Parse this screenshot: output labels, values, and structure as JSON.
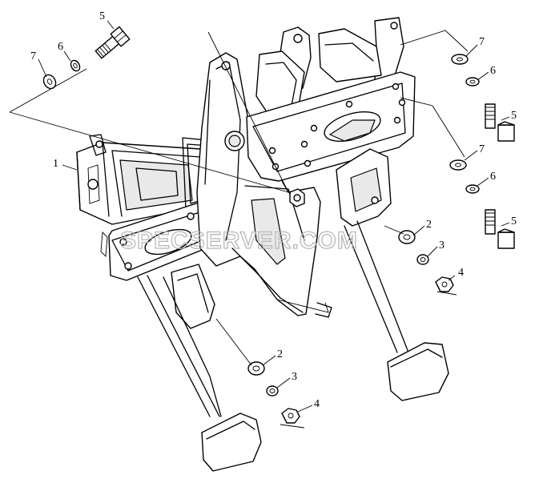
{
  "watermark": "SPECSERVER.COM",
  "callouts": {
    "c1": "1",
    "c2a": "2",
    "c2b": "2",
    "c3a": "3",
    "c3b": "3",
    "c4a": "4",
    "c4b": "4",
    "c5a": "5",
    "c5b": "5",
    "c5c": "5",
    "c6a": "6",
    "c6b": "6",
    "c6c": "6",
    "c7a": "7",
    "c7b": "7",
    "c7c": "7"
  }
}
